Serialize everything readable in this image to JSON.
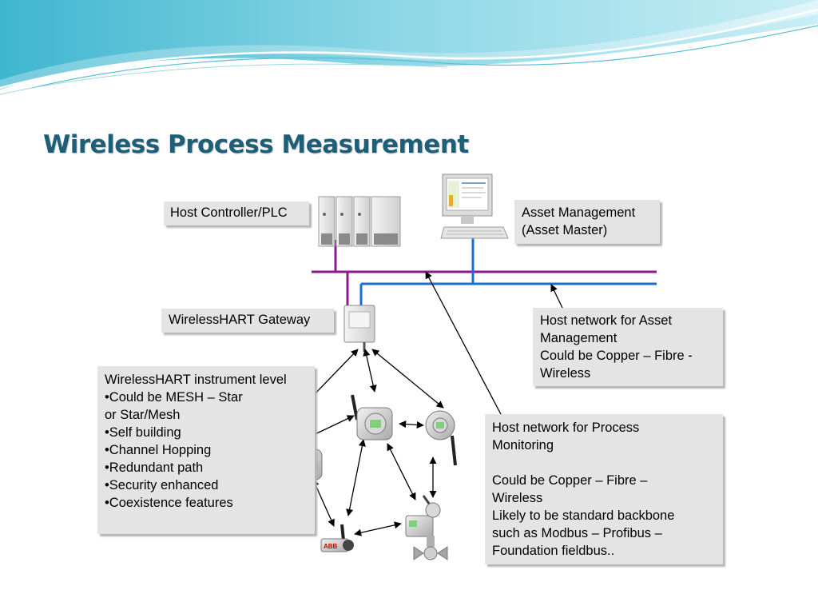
{
  "slide": {
    "title": "Wireless Process Measurement"
  },
  "diagram": {
    "host_controller": "Host Controller/PLC",
    "asset_management": [
      "Asset Management",
      "(Asset Master)"
    ],
    "gateway": "WirelessHART Gateway",
    "asset_network": [
      "Host network for Asset",
      "Management",
      "Could be Copper – Fibre -",
      "Wireless"
    ],
    "instrument_level": [
      "WirelessHART instrument level",
      "•Could be MESH – Star",
      "or Star/Mesh",
      "•Self building",
      "•Channel Hopping",
      "•Redundant path",
      "•Security enhanced",
      "•Coexistence features"
    ],
    "process_network": {
      "intro": [
        "Host network for Process",
        "Monitoring"
      ],
      "details": [
        "Could be Copper – Fibre –",
        "Wireless",
        "Likely to be standard backbone",
        "such as Modbus – Profibus –",
        "Foundation fieldbus.."
      ]
    },
    "device_label": "ABB"
  },
  "colors": {
    "title": "#1d5f78",
    "control_network": "#8b1a8b",
    "asset_network": "#1a6fd6",
    "box_fill": "#e4e4e4"
  }
}
